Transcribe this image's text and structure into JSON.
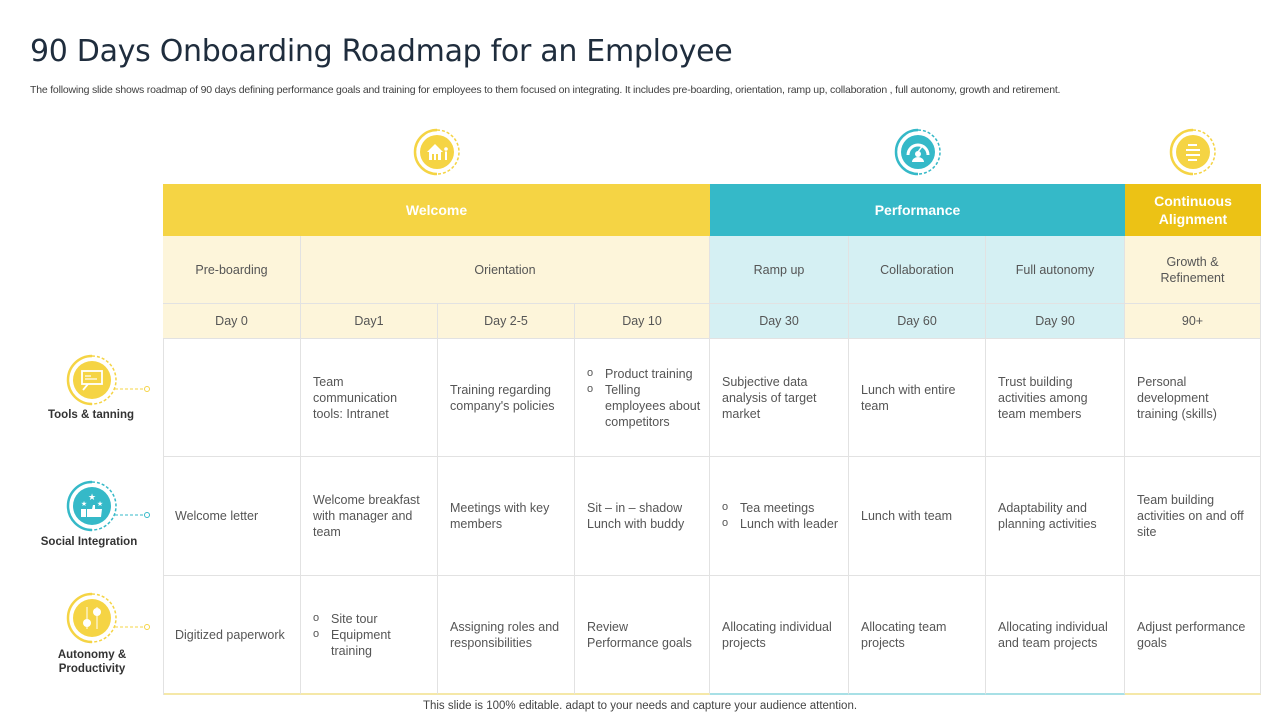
{
  "title": "90 Days Onboarding Roadmap for an Employee",
  "subtitle": "The following slide shows roadmap of 90 days  defining performance goals and training for employees to them focused on integrating. It includes pre-boarding, orientation, ramp up, collaboration , full autonomy, growth and retirement.",
  "colors": {
    "yellow": "#f5d444",
    "dark_yellow": "#ecc215",
    "teal": "#35b9c8",
    "light_yellow": "#fdf5da",
    "light_teal": "#d5f0f3"
  },
  "phases": [
    {
      "label": "Welcome",
      "icon": "house-icon",
      "color": "#f5d444"
    },
    {
      "label": "Performance",
      "icon": "speedometer-user-icon",
      "color": "#35b9c8"
    },
    {
      "label": "Continuous Alignment",
      "icon": "list-icon",
      "color": "#ecc215"
    }
  ],
  "stages": [
    "Pre-boarding",
    "Orientation",
    "Ramp up",
    "Collaboration",
    "Full autonomy",
    "Growth & Refinement"
  ],
  "days": [
    "Day 0",
    "Day1",
    "Day 2-5",
    "Day 10",
    "Day 30",
    "Day 60",
    "Day 90",
    "90+"
  ],
  "rows": [
    {
      "label": "Tools & tanning",
      "icon": "presentation-board-icon",
      "cells": [
        "",
        "Team communication tools: Intranet",
        "Training  regarding company's policies",
        [
          "Product training",
          "Telling employees about competitors"
        ],
        "Subjective  data analysis of target market",
        "Lunch with entire team",
        "Trust building activities among team members",
        "Personal development training (skills)"
      ]
    },
    {
      "label": "Social Integration",
      "icon": "thumbs-up-stars-icon",
      "cells": [
        "Welcome letter",
        "Welcome breakfast with manager and team",
        "Meetings with key members",
        "Sit – in – shadow Lunch with buddy",
        [
          "Tea meetings",
          "Lunch with leader"
        ],
        "Lunch with team",
        "Adaptability and planning  activities",
        "Team  building activities on and off site"
      ]
    },
    {
      "label": "Autonomy  & Productivity",
      "icon": "switch-toggles-icon",
      "cells": [
        "Digitized  paperwork",
        [
          "Site tour",
          "Equipment training"
        ],
        "Assigning roles and responsibilities",
        "Review Performance goals",
        "Allocating individual  projects",
        "Allocating team projects",
        "Allocating individual  and team projects",
        "Adjust performance goals"
      ]
    }
  ],
  "footer": "This slide is 100% editable. adapt to your needs and capture your audience attention."
}
